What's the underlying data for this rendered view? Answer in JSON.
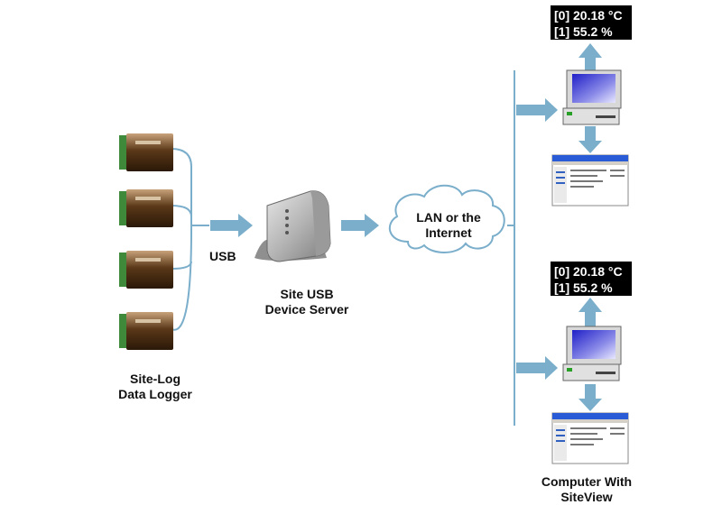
{
  "labels": {
    "usb": "USB",
    "device_server_line1": "Site USB",
    "device_server_line2": "Device Server",
    "data_logger_line1": "Site-Log",
    "data_logger_line2": "Data Logger",
    "network_line1": "LAN or the",
    "network_line2": "Internet",
    "computer_line1": "Computer With",
    "computer_line2": "SiteView"
  },
  "readouts": [
    {
      "line0": "[0] 20.18 °C",
      "line1": "[1] 55.2 %"
    },
    {
      "line0": "[0] 20.18 °C",
      "line1": "[1] 55.2 %"
    }
  ],
  "colors": {
    "connector": "#7aaecb",
    "logger_body": "#8a5a28",
    "logger_terminal": "#3f8a3a",
    "device_server": "#b9b9b9",
    "monitor_screen": "#5a5ad8",
    "readout_bg": "#000000"
  }
}
